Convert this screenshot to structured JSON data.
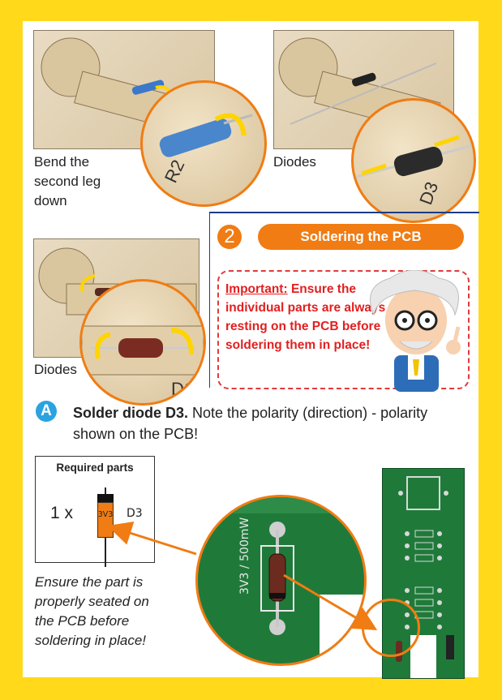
{
  "top_left": {
    "caption": "Bend the second leg down"
  },
  "top_right": {
    "caption": "Diodes"
  },
  "mid_left": {
    "caption": "Diodes"
  },
  "section2": {
    "number": "2",
    "title": "Soldering the PCB"
  },
  "important": {
    "label": "Important:",
    "text": " Ensure the individual parts are always resting on the PCB before soldering them in place!"
  },
  "stepA": {
    "badge": "A",
    "bold": "Solder diode D3.",
    "text": " Note the polarity (direction) - polarity shown on the PCB!"
  },
  "required": {
    "title": "Required parts",
    "qty": "1 x",
    "part_marking": "3V3",
    "part_ref": "D3"
  },
  "ensure_note": "Ensure the part is properly seated on the PCB before soldering in place!",
  "zoom_silkscreen": "3V3 / 500mW",
  "colors": {
    "accent": "#f07c13",
    "background": "#ffd91a",
    "important_red": "#e21f1f",
    "step_blue": "#2aa3e0",
    "pcb_green": "#1f7a3a"
  },
  "icons": [
    "bend-arrow-icon",
    "scientist-mascot",
    "pointer-arrow-icon"
  ]
}
